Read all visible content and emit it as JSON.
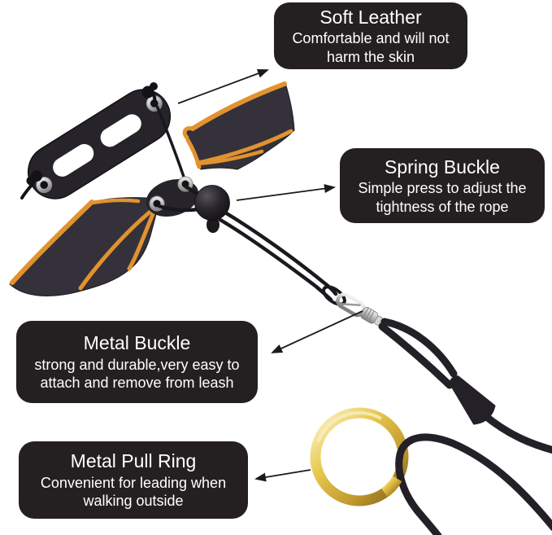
{
  "callouts": [
    {
      "title": "Soft Leather",
      "body": "Comfortable and will not\nharm the skin",
      "points_to": "leather-harness-strap"
    },
    {
      "title": "Spring Buckle",
      "body": "Simple press to adjust the\ntightness of the rope",
      "points_to": "spring-buckle-bead"
    },
    {
      "title": "Metal Buckle",
      "body": "strong and durable,very easy to\nattach and remove from leash",
      "points_to": "metal-buckle-clasp"
    },
    {
      "title": "Metal Pull Ring",
      "body": "Convenient for leading when\nwalking outside",
      "points_to": "metal-pull-ring"
    }
  ],
  "product": {
    "description": "Bat-wing pet harness with rope leash",
    "parts": [
      "leather-harness-strap",
      "left-bat-wing",
      "right-bat-wing",
      "harness-body",
      "spring-buckle-bead",
      "braided-rope",
      "metal-buckle-clasp",
      "leash-cord",
      "cord-stopper-cone",
      "metal-pull-ring"
    ]
  },
  "colors": {
    "background": "#ffffff",
    "callout_bg": "#242021",
    "callout_text": "#ffffff",
    "leather_black": "#34313a",
    "wing_trim_orange": "#e2922f",
    "rope_black": "#1b191d",
    "leash_black": "#232127",
    "metal_silver": "#b9b9b9",
    "ring_gold": "#d4af37",
    "arrow": "#1a1a1a"
  }
}
